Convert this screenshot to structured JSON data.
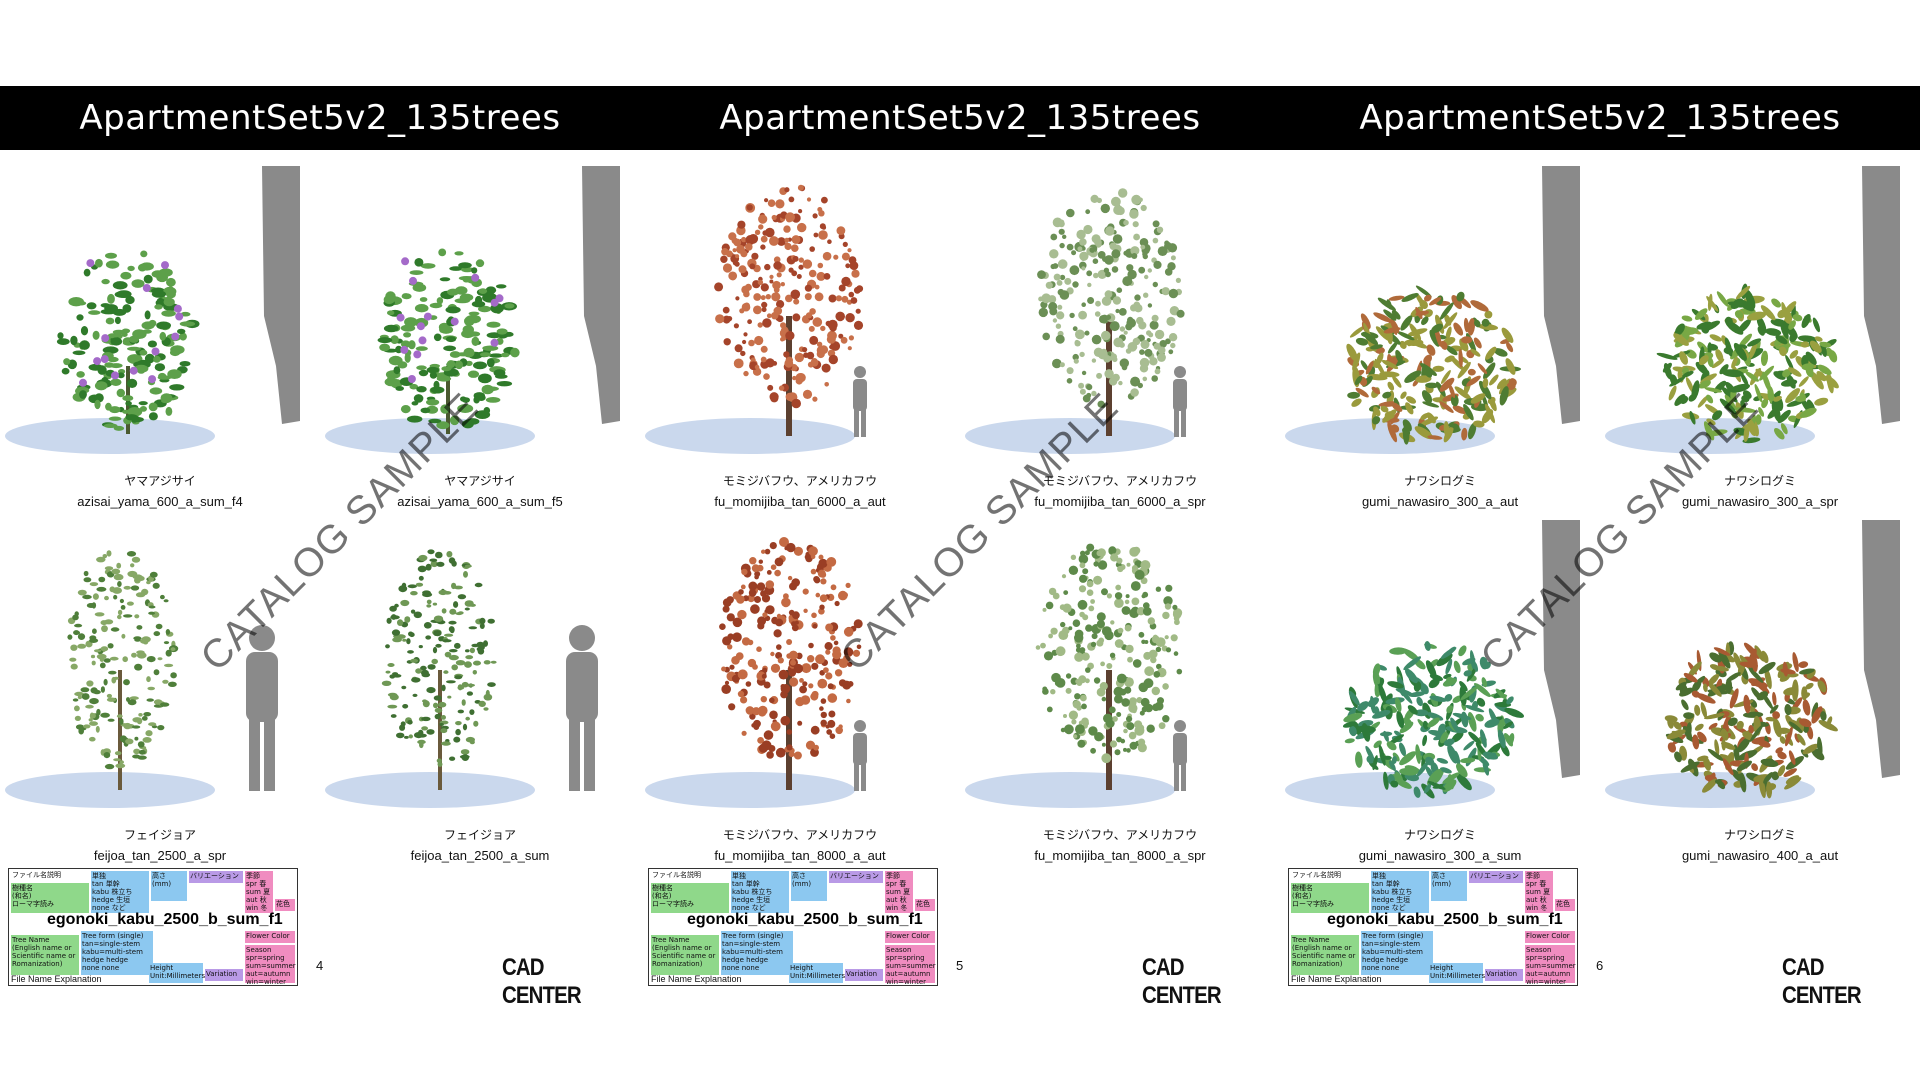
{
  "pages": [
    {
      "title": "ApartmentSet5v2_135trees",
      "page_number": "4",
      "logo": "CAD CENTER",
      "watermark": "CATALOG SAMPLE",
      "items": [
        {
          "jp": "ヤマアジサイ",
          "file": "azisai_yama_600_a_sum_f4",
          "kind": "hydrangea",
          "colors": [
            "#2f7a2a",
            "#5da04a",
            "#a46ac9"
          ]
        },
        {
          "jp": "ヤマアジサイ",
          "file": "azisai_yama_600_a_sum_f5",
          "kind": "hydrangea",
          "colors": [
            "#2f7a2a",
            "#5da04a",
            "#a46ac9"
          ]
        },
        {
          "jp": "フェイジョア",
          "file": "feijoa_tan_2500_a_spr",
          "kind": "shrubtree",
          "colors": [
            "#4f7f3a",
            "#87a866",
            "#6a5a3c"
          ]
        },
        {
          "jp": "フェイジョア",
          "file": "feijoa_tan_2500_a_sum",
          "kind": "shrubtree",
          "colors": [
            "#3f6f32",
            "#6f9855",
            "#6a5a3c"
          ]
        }
      ]
    },
    {
      "title": "ApartmentSet5v2_135trees",
      "page_number": "5",
      "logo": "CAD CENTER",
      "watermark": "CATALOG SAMPLE",
      "items": [
        {
          "jp": "モミジバフウ、アメリカフウ",
          "file": "fu_momijiba_tan_6000_a_aut",
          "kind": "tree",
          "colors": [
            "#a5442a",
            "#c8704a",
            "#5c4030"
          ]
        },
        {
          "jp": "モミジバフウ、アメリカフウ",
          "file": "fu_momijiba_tan_6000_a_spr",
          "kind": "tree",
          "colors": [
            "#6b8f55",
            "#a8bd92",
            "#5c4030"
          ]
        },
        {
          "jp": "モミジバフウ、アメリカフウ",
          "file": "fu_momijiba_tan_8000_a_aut",
          "kind": "tree",
          "colors": [
            "#9a3e24",
            "#c46a43",
            "#5c4030"
          ]
        },
        {
          "jp": "モミジバフウ、アメリカフウ",
          "file": "fu_momijiba_tan_8000_a_spr",
          "kind": "tree",
          "colors": [
            "#5e8a4a",
            "#a1ba86",
            "#5c4030"
          ]
        }
      ]
    },
    {
      "title": "ApartmentSet5v2_135trees",
      "page_number": "6",
      "logo": "CAD CENTER",
      "watermark": "CATALOG SAMPLE",
      "items": [
        {
          "jp": "ナワシログミ",
          "file": "gumi_nawasiro_300_a_aut",
          "kind": "bush",
          "colors": [
            "#4e7c32",
            "#9a9a3c",
            "#b06a3a"
          ]
        },
        {
          "jp": "ナワシログミ",
          "file": "gumi_nawasiro_300_a_spr",
          "kind": "bush",
          "colors": [
            "#3a7a2e",
            "#78a845",
            "#9aa040"
          ]
        },
        {
          "jp": "ナワシログミ",
          "file": "gumi_nawasiro_300_a_sum",
          "kind": "bush",
          "colors": [
            "#2d7a3a",
            "#5aa055",
            "#3e8a6a"
          ]
        },
        {
          "jp": "ナワシログミ",
          "file": "gumi_nawasiro_400_a_aut",
          "kind": "bush",
          "colors": [
            "#4a6e30",
            "#8a8a38",
            "#a85a32"
          ]
        }
      ]
    }
  ],
  "legend": {
    "header": "ファイル名説明",
    "romaji_note": "樹種名\n(和名)\nローマ字読み",
    "type_note": "単独\ntan 単幹\nkabu 株立ち\nhedge 生垣\nnone など",
    "size_note": "高さ\n(mm)",
    "variation_note": "バリエーション",
    "season_note": "季節\nspr 春\nsum 夏\naut 秋\nwin 冬",
    "flower_note": "花色",
    "example": "egonoki_kabu_2500_b_sum_f1",
    "tree_name_en": "Tree Name\n(English name or\nScientific name or\nRomanization)",
    "tree_form_en": "Tree form (single)\ntan=single-stem\nkabu=multi-stem\nhedge hedge\nnone none",
    "height_en": "Height\nUnit:Millimeters",
    "variation_en": "Variation",
    "flower_en": "Flower Color",
    "season_en": "Season\nspr=spring\nsum=summer\naut=autumn\nwin=winter",
    "caption": "File Name Explanation"
  },
  "colors": {
    "green_box": "#8fd88a",
    "blue_box": "#8cc8f0",
    "purple_box": "#b99ae6",
    "pink_box": "#f08cc0",
    "silhouette": "#8a8a8a",
    "shadow": "#8aa8d8"
  }
}
